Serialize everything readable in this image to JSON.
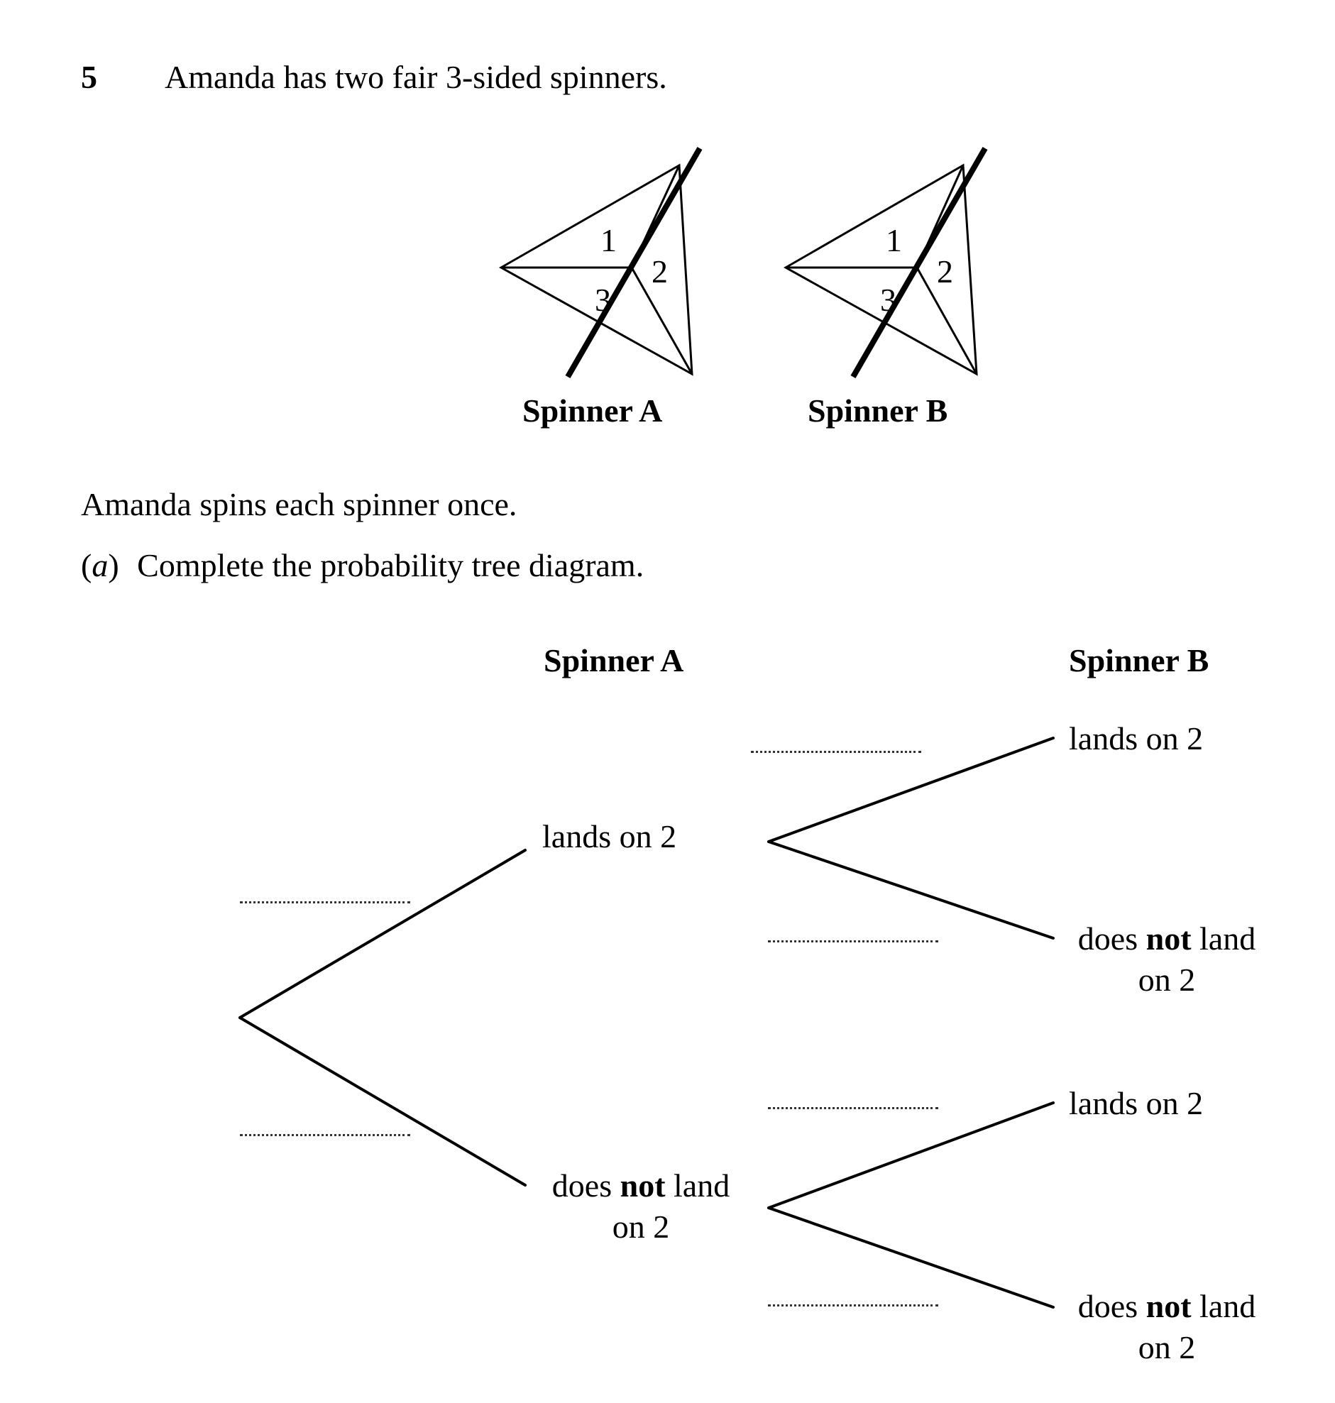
{
  "question": {
    "number": "5",
    "intro": "Amanda has two fair 3-sided spinners."
  },
  "spinners": [
    {
      "label": "Spinner A",
      "sections": [
        "1",
        "2",
        "3"
      ]
    },
    {
      "label": "Spinner B",
      "sections": [
        "1",
        "2",
        "3"
      ]
    }
  ],
  "instructions": {
    "spins": "Amanda spins each spinner once.",
    "part_a_label": "(a)",
    "part_a_letter": "a",
    "part_a_text": "Complete the probability tree diagram."
  },
  "tree": {
    "heading_a": "Spinner A",
    "heading_b": "Spinner B",
    "a_top": "lands on 2",
    "a_bottom": {
      "prefix": "does ",
      "bold": "not",
      "suffix": " land",
      "line2": "on 2"
    },
    "b_outcomes": [
      {
        "line1": "lands on 2"
      },
      {
        "prefix": "does ",
        "bold": "not",
        "suffix": " land",
        "line2": "on 2"
      },
      {
        "line1": "lands on 2"
      },
      {
        "prefix": "does ",
        "bold": "not",
        "suffix": " land",
        "line2": "on 2"
      }
    ],
    "answer_blanks": 6
  }
}
